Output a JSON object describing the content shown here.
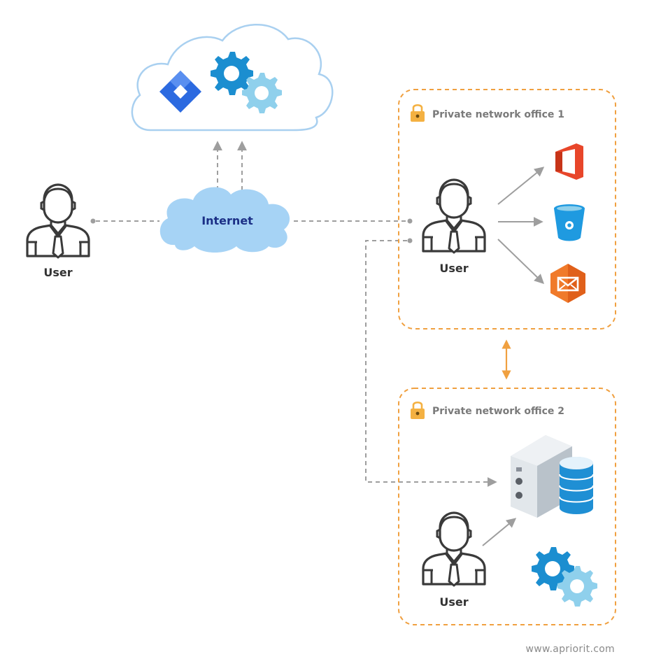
{
  "labels": {
    "internet": "Internet",
    "user_left": "User",
    "user_office1": "User",
    "user_office2": "User",
    "office1": "Private network office 1",
    "office2": "Private network office 2",
    "footer": "www.apriorit.com"
  },
  "colors": {
    "cloud_outline": "#a9d0f0",
    "internet_cloud": "#a6d3f5",
    "office_border": "#f0a040",
    "sync_arrow": "#f0a040",
    "connector": "#9e9e9e",
    "person": "#3a3a3a",
    "gear_dark": "#1b8ed0",
    "gear_light": "#8fd0ec",
    "jira_blue": "#2c6ae0",
    "office_red": "#e8462a",
    "bucket_blue": "#1f9ae0",
    "mail_orange": "#f07a2a"
  },
  "icons": [
    "jira-icon",
    "gears-icon",
    "ms-office-icon",
    "bitbucket-icon",
    "mail-icon",
    "server-database-icon",
    "lock-icon",
    "user-icon"
  ]
}
